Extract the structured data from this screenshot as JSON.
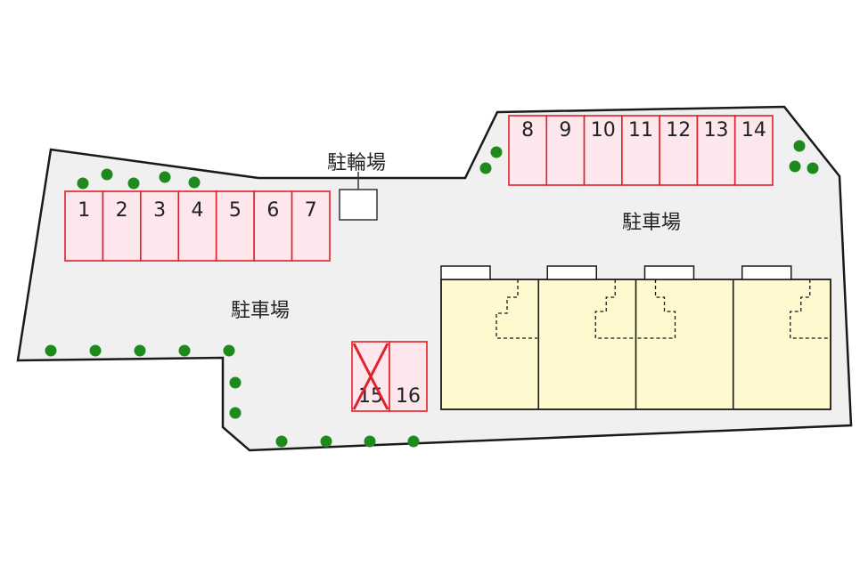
{
  "labels": {
    "bicycle_parking": "駐輪場",
    "parking_left": "駐車場",
    "parking_right": "駐車場"
  },
  "spots": {
    "row_left": [
      "1",
      "2",
      "3",
      "4",
      "5",
      "6",
      "7"
    ],
    "row_top": [
      "8",
      "9",
      "10",
      "11",
      "12",
      "13",
      "14"
    ],
    "bottom": [
      {
        "number": "15",
        "unavailable": true
      },
      {
        "number": "16",
        "unavailable": false
      }
    ]
  },
  "building": {
    "units": 4
  },
  "colors": {
    "lot_fill": "#f0f0f0",
    "spot_fill": "#fde6ec",
    "spot_border": "#e0202a",
    "building_fill": "#fff9cf",
    "tree": "#1e8a1e",
    "unavailable_mark": "#e0202a"
  }
}
